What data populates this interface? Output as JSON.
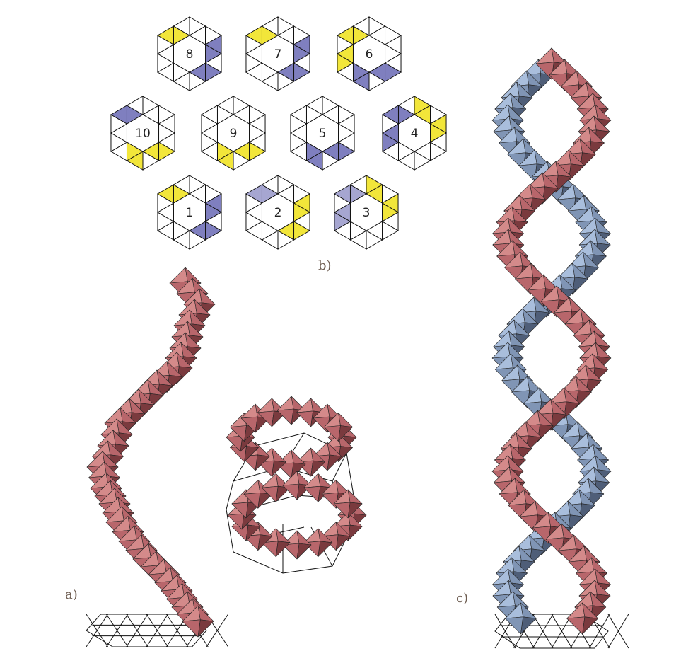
{
  "panels": {
    "a": {
      "label": "a)"
    },
    "b": {
      "label": "b)"
    },
    "c": {
      "label": "c)"
    }
  },
  "hex_tiles": [
    {
      "number": "8"
    },
    {
      "number": "7"
    },
    {
      "number": "6"
    },
    {
      "number": "10"
    },
    {
      "number": "9"
    },
    {
      "number": "5"
    },
    {
      "number": "4"
    },
    {
      "number": "1"
    },
    {
      "number": "2"
    },
    {
      "number": "3"
    }
  ],
  "colors": {
    "yellow": "#f2e63a",
    "blue": "#7f7fbf",
    "light_blue": "#a6a6d1",
    "pink": "#d48a8a",
    "pink_mid": "#b8666b",
    "pink_dark": "#7a3a3e",
    "steel_light": "#a9bedc",
    "steel_mid": "#8095b5",
    "steel_dark": "#4f5e78"
  }
}
